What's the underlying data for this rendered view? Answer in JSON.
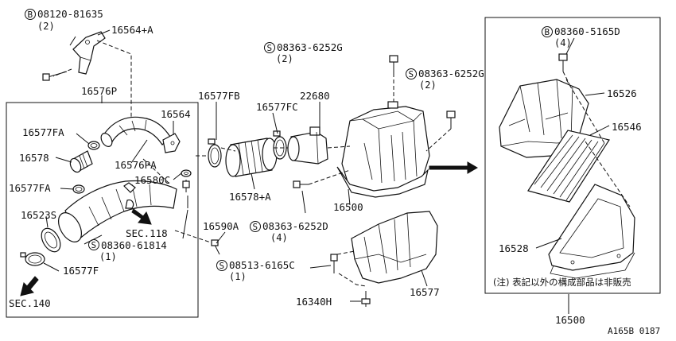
{
  "labels": {
    "bolt_top": "08120-81635",
    "bolt_top_qty": "(2)",
    "bracket": "16564+A",
    "duct_assy": "16576P",
    "clamp_fa1": "16577FA",
    "clip": "16564",
    "grommet": "16578",
    "duct_pa": "16576PA",
    "clamp_fa2": "16577FA",
    "collar": "16580C",
    "resonator": "16523S",
    "sec118": "SEC.118",
    "screw_a": "08360-61814",
    "screw_a_qty": "(1)",
    "clamp_f": "16577F",
    "sec140": "SEC.140",
    "clamp_fb": "16577FB",
    "clamp_fc": "16577FC",
    "sensor": "22680",
    "hose_a": "16578+A",
    "grommet_a": "16590A",
    "screw_b": "08363-6252G",
    "screw_b_qty": "(2)",
    "screw_c": "08363-6252G",
    "screw_c_qty": "(2)",
    "cleaner_assy": "16500",
    "screw_d": "08363-6252D",
    "screw_d_qty": "(4)",
    "screw_e": "08513-6165C",
    "screw_e_qty": "(1)",
    "bolt_h": "16340H",
    "cover": "16577",
    "screw_f": "08360-5165D",
    "screw_f_qty": "(4)",
    "top_cover": "16526",
    "element": "16546",
    "body": "16528",
    "note": "(注) 表記以外の構成部品は非販売",
    "assy_bottom": "16500",
    "drawing_code": "A165B 0187"
  },
  "markers": {
    "b": "B",
    "s": "S"
  }
}
